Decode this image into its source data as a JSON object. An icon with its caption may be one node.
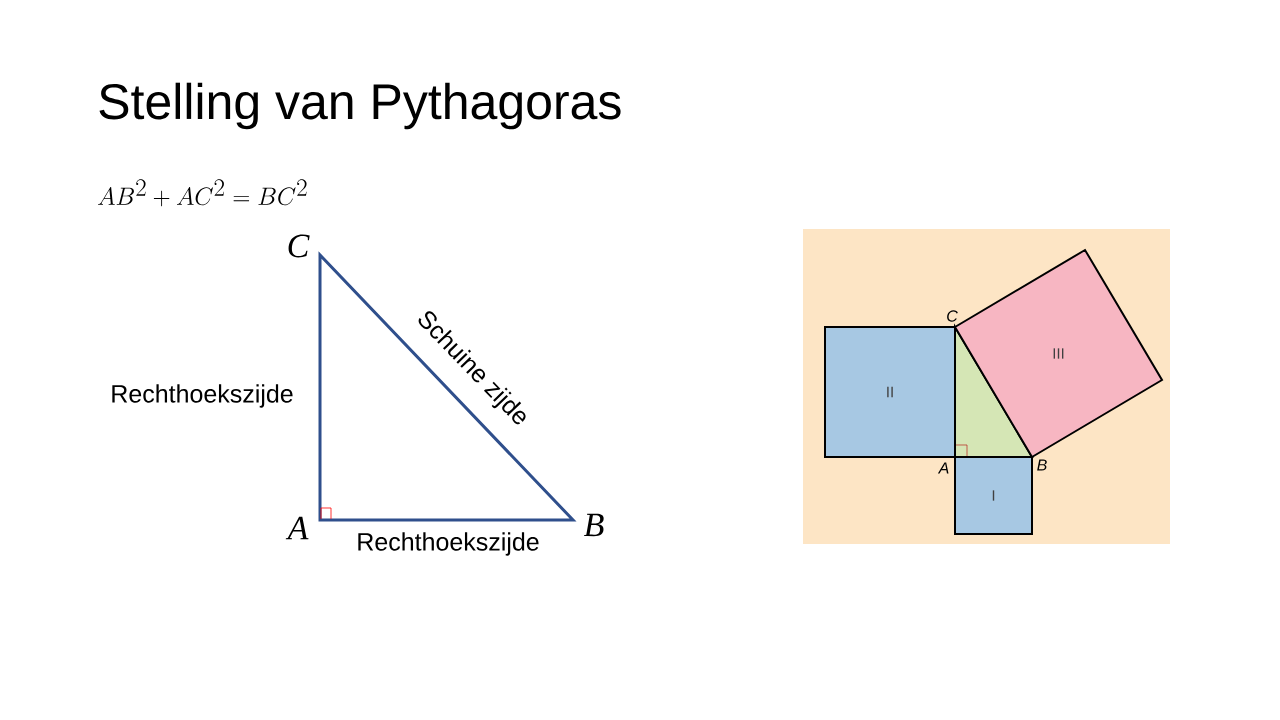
{
  "diagram": {
    "title": "Stelling van Pythagoras",
    "nodes": [
      {
        "text": [
          "II"
        ]
      },
      {
        "text": [
          "III"
        ]
      },
      {
        "text": [
          "I"
        ]
      }
    ],
    "labels": [
      "AB^2 + AC^2 = BC^2",
      "C",
      "Schuine zijde",
      "Rechthoekszijde",
      "A",
      "Rechthoekszijde",
      "B",
      "C",
      "A",
      "B"
    ]
  }
}
